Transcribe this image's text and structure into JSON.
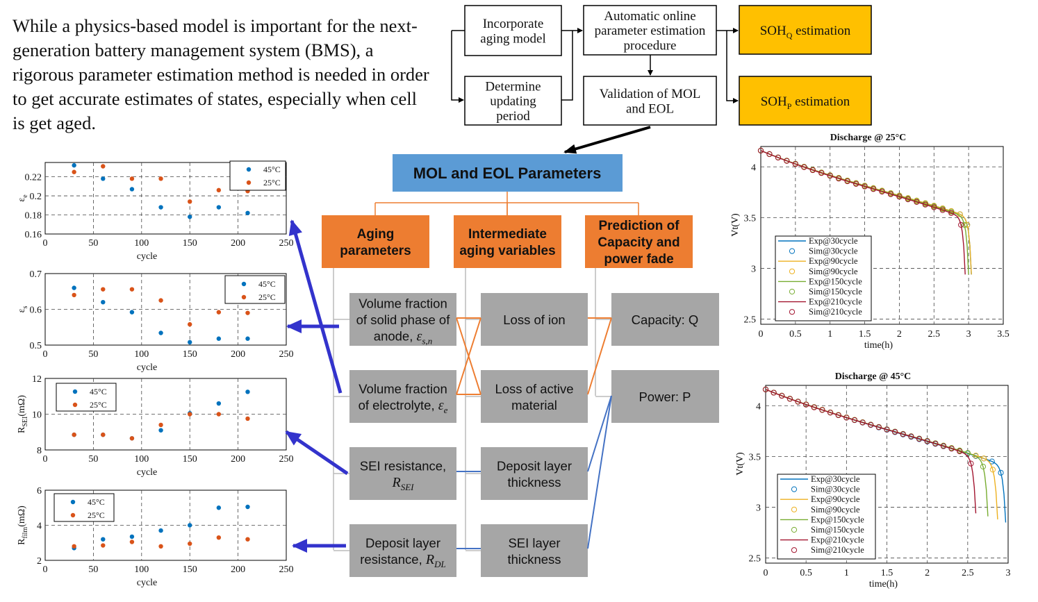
{
  "intro": "While a physics-based model is important for the next-generation battery management system (BMS), a rigorous parameter estimation method is needed in order to get accurate estimates of states, especially when cell is get aged.",
  "flow": {
    "incorporate": [
      "Incorporate",
      "aging model"
    ],
    "determine": [
      "Determine",
      "updating",
      "period"
    ],
    "automatic": [
      "Automatic online",
      "parameter estimation",
      "procedure"
    ],
    "validation": [
      "Validation of MOL",
      "and EOL"
    ],
    "sohq": {
      "main": "SOH",
      "sub": "Q",
      "rest": " estimation"
    },
    "sohp": {
      "main": "SOH",
      "sub": "P",
      "rest": " estimation"
    }
  },
  "tree": {
    "title": "MOL and EOL Parameters",
    "headers": [
      [
        "Aging",
        "parameters"
      ],
      [
        "Intermediate",
        "aging variables"
      ],
      [
        "Prediction of",
        "Capacity and",
        "power fade"
      ]
    ],
    "aging": [
      {
        "lines": [
          "Volume fraction",
          "of solid phase of",
          "anode, "
        ],
        "sym": "ε",
        "sub": "s,n"
      },
      {
        "lines": [
          "Volume fraction",
          "of electrolyte, "
        ],
        "sym": "ε",
        "sub": "e"
      },
      {
        "lines": [
          "SEI resistance,",
          ""
        ],
        "sym": "R",
        "sub": "SEI"
      },
      {
        "lines": [
          "Deposit layer",
          "resistance, "
        ],
        "sym": "R",
        "sub": "DL"
      }
    ],
    "intermediate": [
      [
        "Loss of ion"
      ],
      [
        "Loss of active",
        "material"
      ],
      [
        "Deposit layer",
        "thickness"
      ],
      [
        "SEI layer",
        "thickness"
      ]
    ],
    "prediction": [
      [
        "Capacity: Q"
      ],
      [
        "Power: P"
      ]
    ]
  },
  "scatter": {
    "xlabel": "cycle",
    "xticks": [
      0,
      50,
      100,
      150,
      200,
      250
    ],
    "legend": [
      "45°C",
      "25°C"
    ],
    "colors": {
      "c45": "#0072BD",
      "c25": "#D95319"
    },
    "x": [
      30,
      60,
      90,
      120,
      150,
      180,
      210
    ],
    "panels": [
      {
        "ylabel": "ε",
        "ysub": "e",
        "ylim": [
          0.16,
          0.235
        ],
        "yticks": [
          "0.16",
          "0.18",
          "0.2",
          "0.22"
        ],
        "ytickvals": [
          0.16,
          0.18,
          0.2,
          0.22
        ],
        "s45": [
          0.232,
          0.218,
          0.207,
          0.188,
          0.178,
          0.188,
          0.182
        ],
        "s25": [
          0.225,
          0.231,
          0.218,
          0.218,
          0.194,
          0.206,
          0.205
        ]
      },
      {
        "ylabel": "ε",
        "ysub": "s",
        "ylim": [
          0.5,
          0.7
        ],
        "yticks": [
          "0.5",
          "0.6",
          "0.7"
        ],
        "ytickvals": [
          0.5,
          0.6,
          0.7
        ],
        "s45": [
          0.66,
          0.62,
          0.592,
          0.534,
          0.508,
          0.518,
          0.518
        ],
        "s25": [
          0.64,
          0.656,
          0.656,
          0.625,
          0.558,
          0.592,
          0.59
        ]
      },
      {
        "ylabel": "R",
        "ysub": "SEI",
        "yunit": "(mΩ)",
        "ylim": [
          8,
          12
        ],
        "yticks": [
          "8",
          "10",
          "12"
        ],
        "ytickvals": [
          8,
          10,
          12
        ],
        "s45": [
          8.85,
          8.85,
          8.65,
          9.1,
          10.05,
          10.6,
          11.25
        ],
        "s25": [
          8.85,
          8.85,
          8.65,
          9.4,
          10.0,
          10.0,
          9.75
        ]
      },
      {
        "ylabel": "R",
        "ysub": "film",
        "yunit": "(mΩ)",
        "ylim": [
          2,
          6
        ],
        "yticks": [
          "2",
          "4",
          "6"
        ],
        "ytickvals": [
          2,
          4,
          6
        ],
        "s45": [
          2.7,
          3.2,
          3.35,
          3.7,
          4.0,
          5.0,
          5.05
        ],
        "s25": [
          2.8,
          2.85,
          3.05,
          2.8,
          2.95,
          3.3,
          3.2
        ]
      }
    ]
  },
  "chart_data": [
    {
      "type": "line",
      "title": "Discharge @ 25°C",
      "xlabel": "time(h)",
      "ylabel": "Vt(V)",
      "xlim": [
        0,
        3.5
      ],
      "ylim": [
        2.45,
        4.2
      ],
      "xticks": [
        0,
        0.5,
        1,
        1.5,
        2,
        2.5,
        3,
        3.5
      ],
      "yticks": [
        2.5,
        3,
        3.5,
        4
      ],
      "legend": [
        "Exp@30cycle",
        "Sim@30cycle",
        "Exp@90cycle",
        "Sim@90cycle",
        "Exp@150cycle",
        "Sim@150cycle",
        "Exp@210cycle",
        "Sim@210cycle"
      ],
      "series": [
        {
          "name": "Exp@30cycle",
          "color": "#0072BD",
          "tend": 3.04
        },
        {
          "name": "Exp@90cycle",
          "color": "#EDB120",
          "tend": 3.04
        },
        {
          "name": "Exp@150cycle",
          "color": "#77AC30",
          "tend": 3.0
        },
        {
          "name": "Exp@210cycle",
          "color": "#A2142F",
          "tend": 2.95
        }
      ]
    },
    {
      "type": "line",
      "title": "Discharge @ 45°C",
      "xlabel": "time(h)",
      "ylabel": "Vt(V)",
      "xlim": [
        0,
        3
      ],
      "ylim": [
        2.45,
        4.2
      ],
      "xticks": [
        0,
        0.5,
        1,
        1.5,
        2,
        2.5,
        3
      ],
      "yticks": [
        2.5,
        3,
        3.5,
        4
      ],
      "legend": [
        "Exp@30cycle",
        "Sim@30cycle",
        "Exp@90cycle",
        "Sim@90cycle",
        "Exp@150cycle",
        "Sim@150cycle",
        "Exp@210cycle",
        "Sim@210cycle"
      ],
      "series": [
        {
          "name": "Exp@30cycle",
          "color": "#0072BD",
          "tend": 2.97
        },
        {
          "name": "Exp@90cycle",
          "color": "#EDB120",
          "tend": 2.87
        },
        {
          "name": "Exp@150cycle",
          "color": "#77AC30",
          "tend": 2.75
        },
        {
          "name": "Exp@210cycle",
          "color": "#A2142F",
          "tend": 2.6
        }
      ]
    }
  ]
}
